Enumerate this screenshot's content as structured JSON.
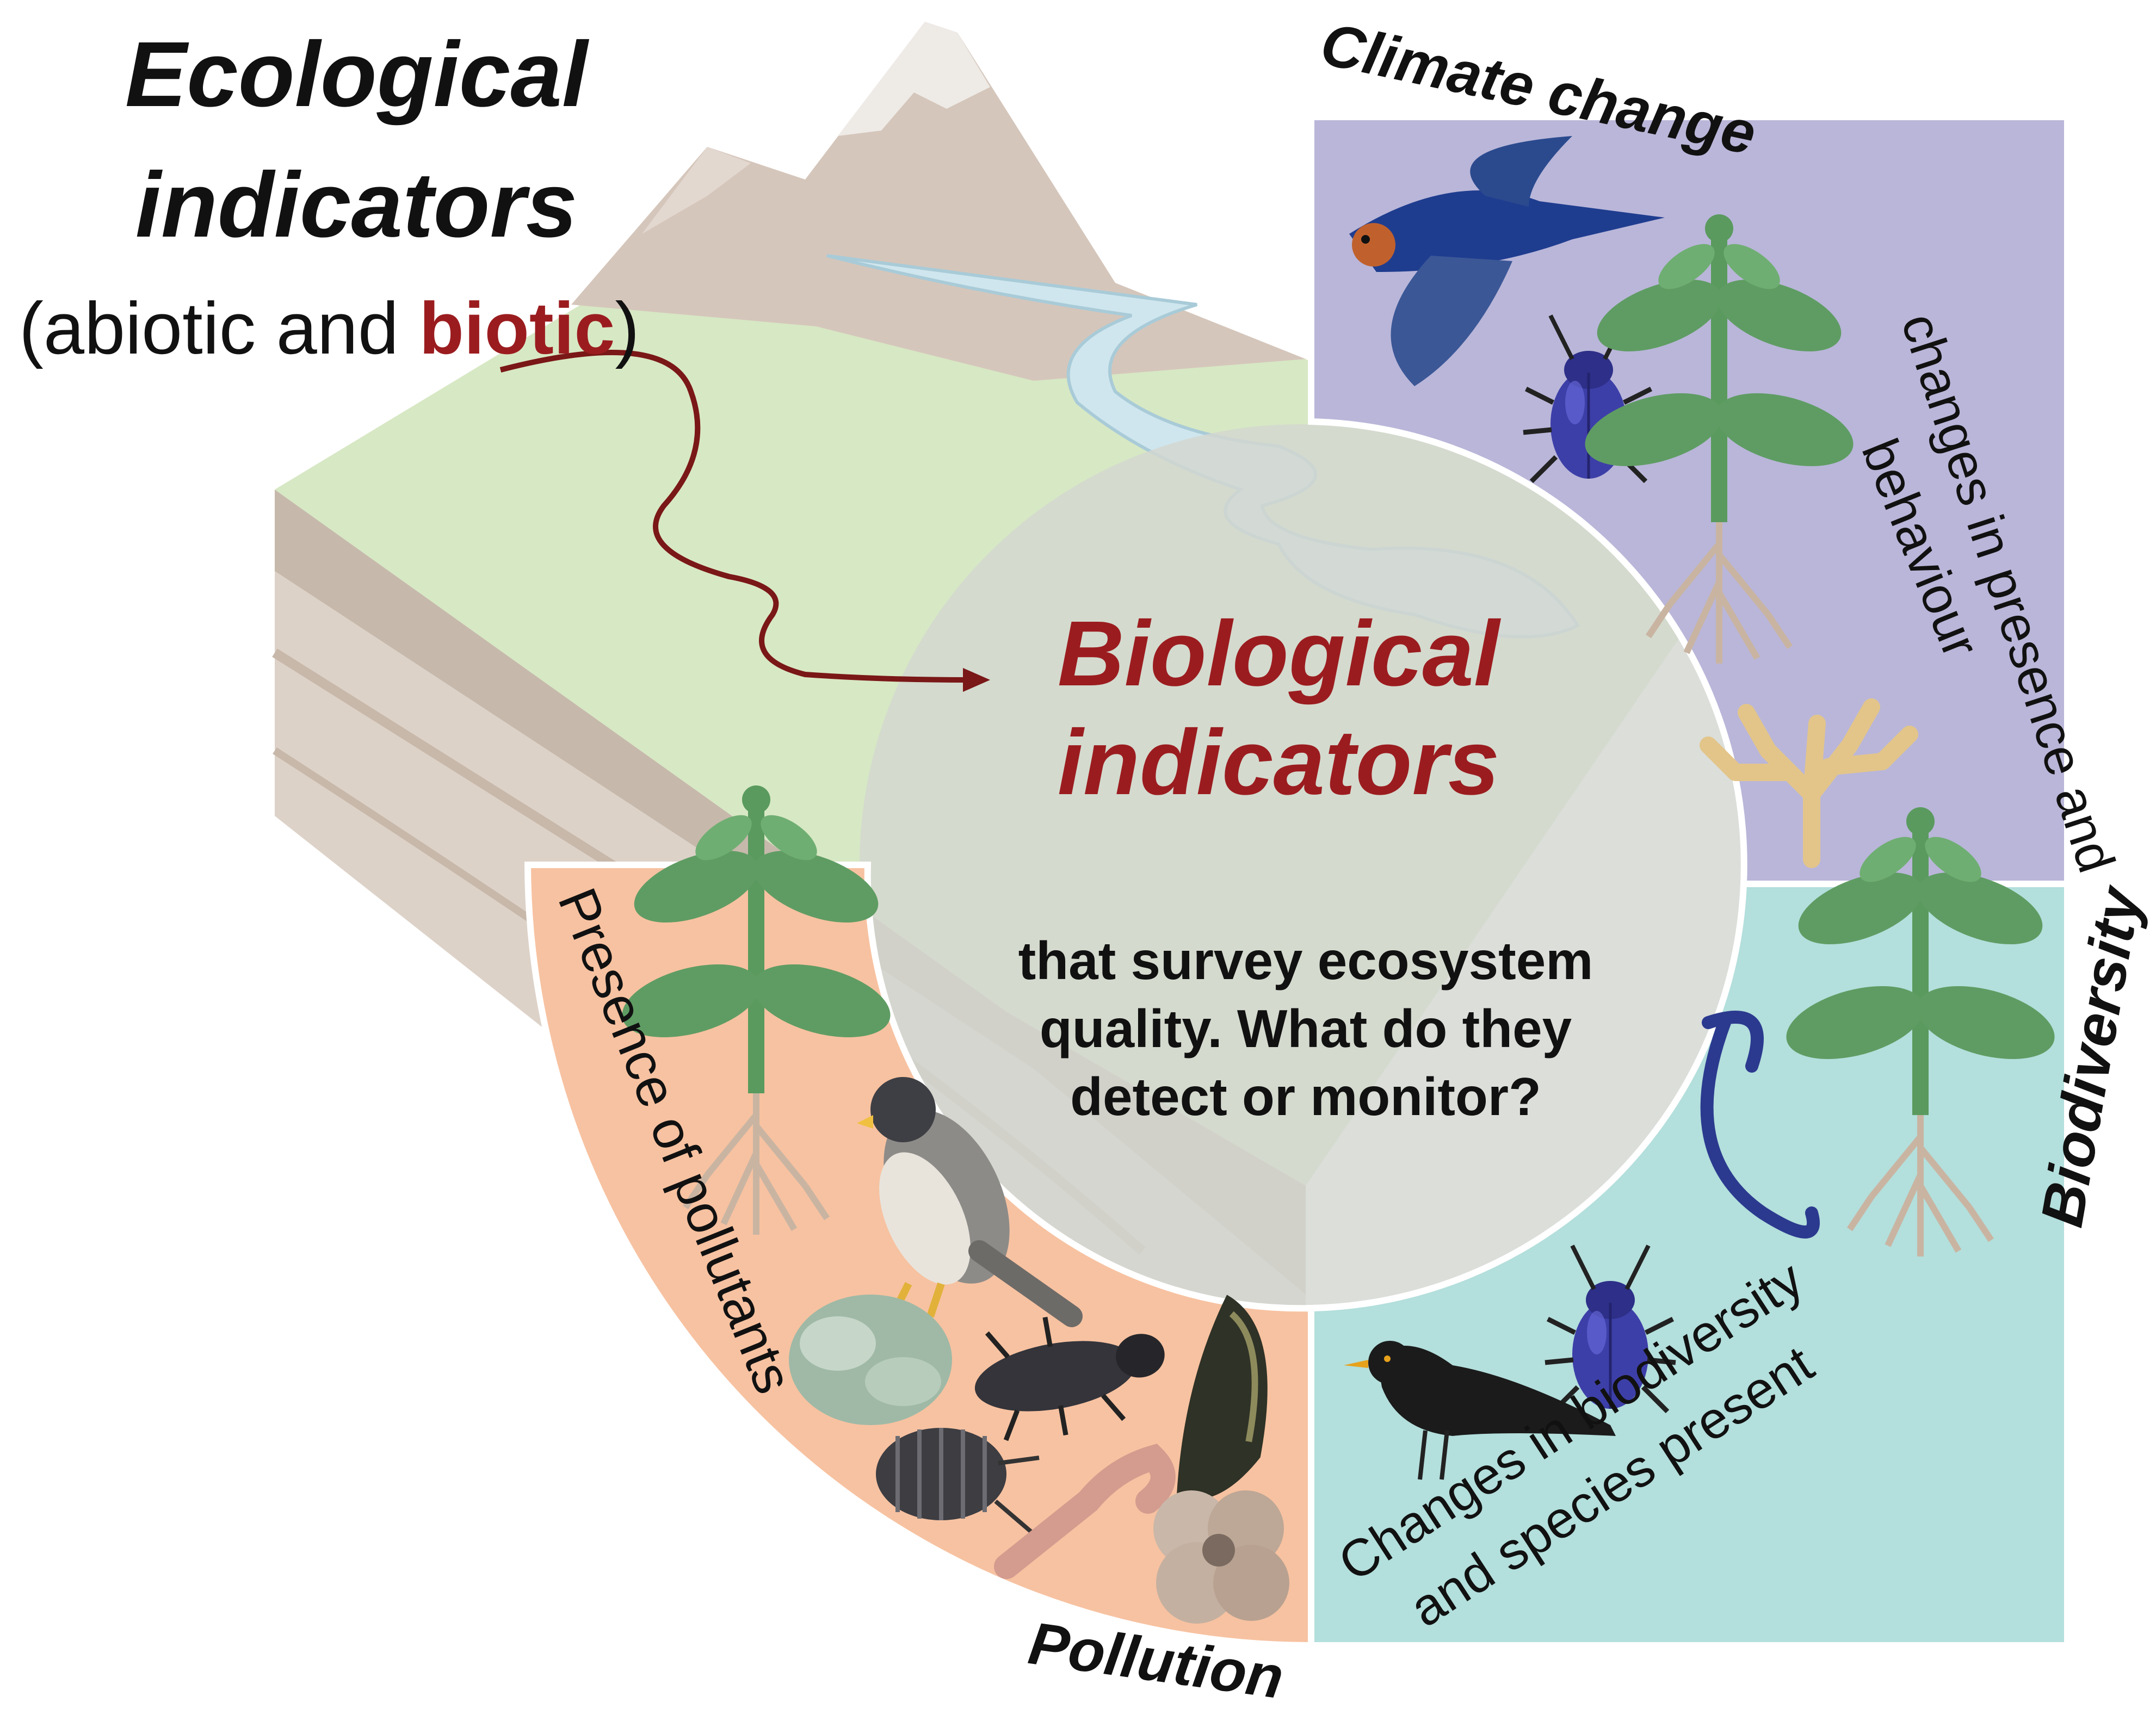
{
  "heading": {
    "line1": "Ecological",
    "line2": "indicators",
    "sub_open": "(abiotic and ",
    "sub_highlight": "biotic",
    "sub_close": ")"
  },
  "center": {
    "title_line1": "Biological",
    "title_line2": "indicators",
    "question_line1": "that survey ecosystem",
    "question_line2": "quality. What do they",
    "question_line3": "detect or monitor?"
  },
  "segments": {
    "climate": {
      "label": "Climate change",
      "desc_line1": "changes in presence and",
      "desc_line2": "behaviour",
      "color": "#b9b6d9"
    },
    "biodiversity": {
      "label": "Biodiversity",
      "desc_line1": "Changes in biodiversity",
      "desc_line2": "and species present",
      "color": "#b3dfdc"
    },
    "pollution": {
      "label": "Pollution",
      "desc": "Presence of pollutants",
      "color": "#f7c2a1"
    }
  },
  "colors": {
    "accent_red": "#9b1c1f",
    "text_dark": "#111111",
    "ring_border": "#ffffff",
    "center_disc": "#d3d7d1"
  },
  "icons": [
    "mountain-icon",
    "river-icon",
    "swallow-icon",
    "beetle-icon",
    "plant-icon",
    "coral-icon",
    "worm-icon",
    "blackbird-icon",
    "falcon-icon",
    "lichen-icon",
    "mussel-icon",
    "woodlouse-icon",
    "earthworm-icon",
    "foraminifera-icon",
    "arrow-icon"
  ]
}
